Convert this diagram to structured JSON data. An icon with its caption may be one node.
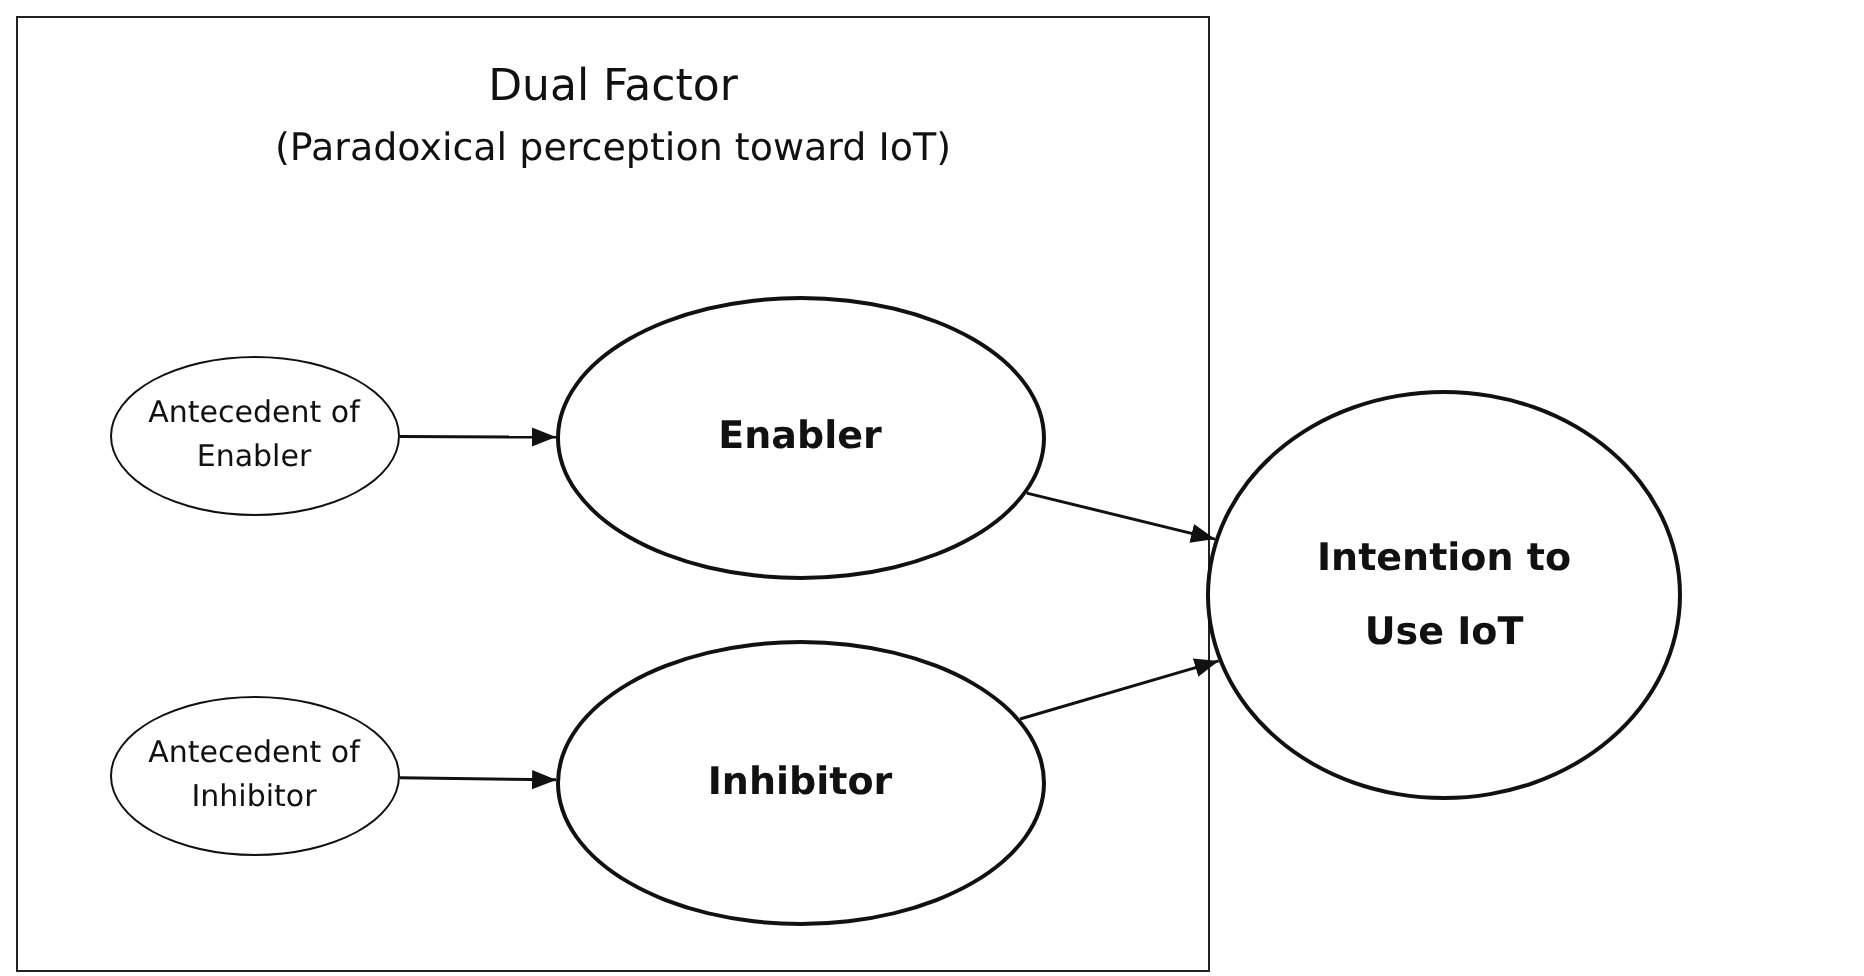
{
  "diagram": {
    "nodes": [
      {
        "text": [
          "Dual Factor",
          "(Paradoxical perception toward IoT)"
        ]
      },
      {
        "text": [
          "Antecedent of Enabler"
        ],
        "in": 0
      },
      {
        "text": [
          "Enabler"
        ],
        "in": 0
      },
      {
        "text": [
          "Antecedent of Inhibitor"
        ],
        "in": 0
      },
      {
        "text": [
          "Inhibitor"
        ],
        "in": 0
      },
      {
        "text": [
          "Intention to Use IoT"
        ]
      }
    ],
    "edges": [
      {
        "from": 1,
        "to": 2,
        "arrow": "to"
      },
      {
        "from": 3,
        "to": 4,
        "arrow": "to"
      },
      {
        "from": 2,
        "to": 5,
        "arrow": "to"
      },
      {
        "from": 4,
        "to": 5,
        "arrow": "to"
      }
    ]
  }
}
